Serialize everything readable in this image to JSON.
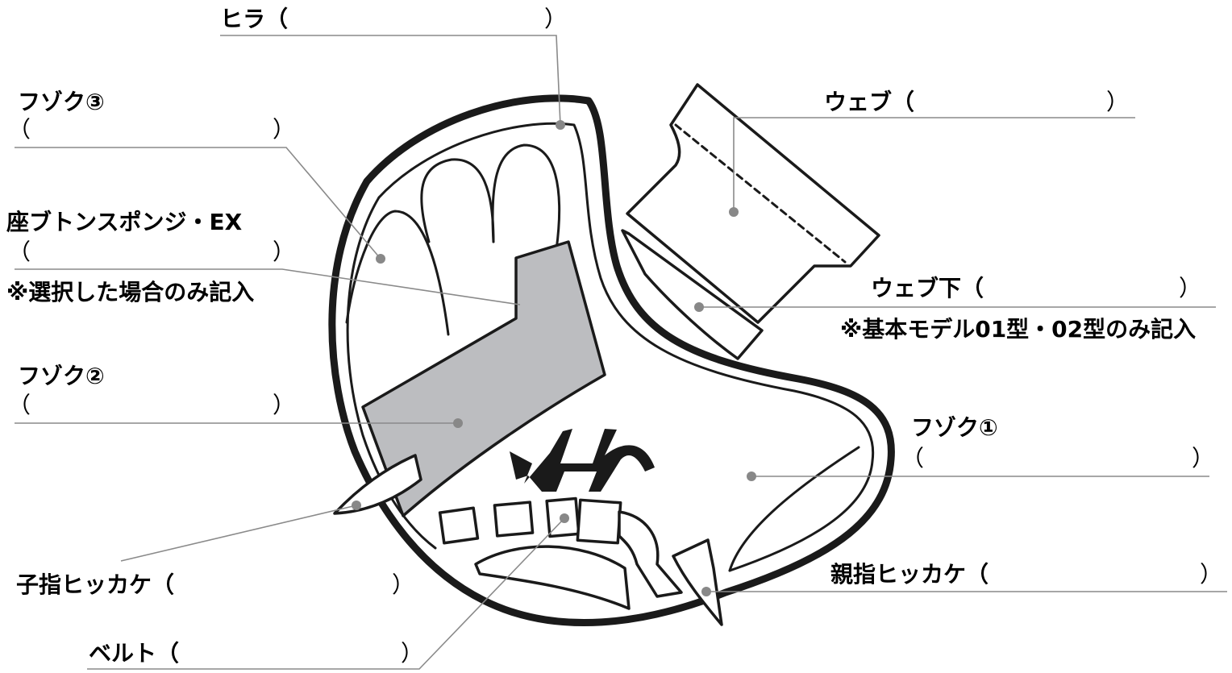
{
  "labels": {
    "hira": "ヒラ（",
    "fuzoku3": "フゾク③",
    "zabuton": "座ブトンスポンジ・EX",
    "zabuton_note": "※選択した場合のみ記入",
    "fuzoku2": "フゾク②",
    "web": "ウェブ（",
    "web_shita": "ウェブ下（",
    "web_shita_note": "※基本モデル01型・02型のみ記入",
    "fuzoku1": "フゾク①",
    "koyubi": "子指ヒッカケ（",
    "oyayubi": "親指ヒッカケ（",
    "belt": "ベルト（"
  },
  "paren_open": "（",
  "paren_close": "）",
  "colors": {
    "outline": "#1a1a1a",
    "leader": "#8a8a8a",
    "pad_fill": "#bcbdc0"
  }
}
